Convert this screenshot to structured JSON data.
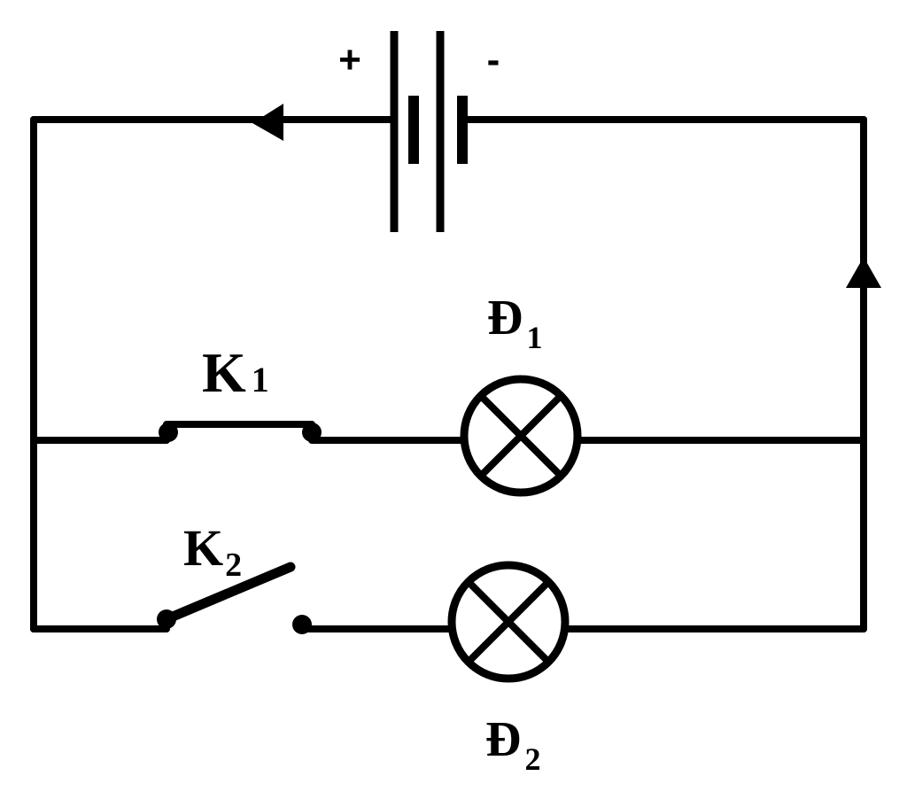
{
  "battery": {
    "plus_sign": "+",
    "minus_sign": "-"
  },
  "switch_k1": {
    "letter": "K",
    "index": "1",
    "state": "closed"
  },
  "switch_k2": {
    "letter": "K",
    "index": "2",
    "state": "open"
  },
  "lamp_d1": {
    "letter": "Đ",
    "index": "1"
  },
  "lamp_d2": {
    "letter": "Đ",
    "index": "2"
  }
}
